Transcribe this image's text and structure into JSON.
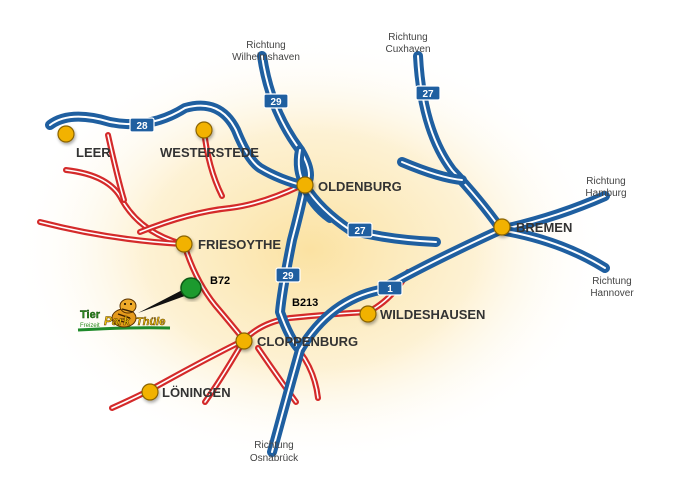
{
  "colors": {
    "autobahn": "#1f5fa0",
    "autobahn_inner": "#ffffff",
    "bundesstrasse": "#d42a2a",
    "city_marker": "#f2b200",
    "city_marker_stroke": "#8a6400",
    "park_marker": "#1f9a2f",
    "highlight_glow": "#fce4a8",
    "shield_fill": "#1f5fa0"
  },
  "cities": {
    "leer": "LEER",
    "westerstede": "WESTERSTEDE",
    "oldenburg": "OLDENBURG",
    "bremen": "BREMEN",
    "friesoythe": "FRIESOYTHE",
    "wildeshausen": "WILDESHAUSEN",
    "cloppenburg": "CLOPPENBURG",
    "loeningen": "LÖNINGEN"
  },
  "directions": {
    "wilhelmshaven": [
      "Richtung",
      "Wilhelmshaven"
    ],
    "cuxhaven": [
      "Richtung",
      "Cuxhaven"
    ],
    "hamburg": [
      "Richtung",
      "Hamburg"
    ],
    "hannover": [
      "Richtung",
      "Hannover"
    ],
    "osnabrueck": [
      "Richtung",
      "Osnabrück"
    ]
  },
  "autobahn_shields": {
    "a28": "28",
    "a29_north": "29",
    "a29_south": "29",
    "a27_north": "27",
    "a27_east": "27",
    "a1": "1"
  },
  "road_labels": {
    "b72": "B72",
    "b213": "B213"
  },
  "park_logo": {
    "word1": "Tier",
    "word2": "Park",
    "word3": "Thüle",
    "small": "Freizeit",
    "icon": "tiger-icon"
  }
}
